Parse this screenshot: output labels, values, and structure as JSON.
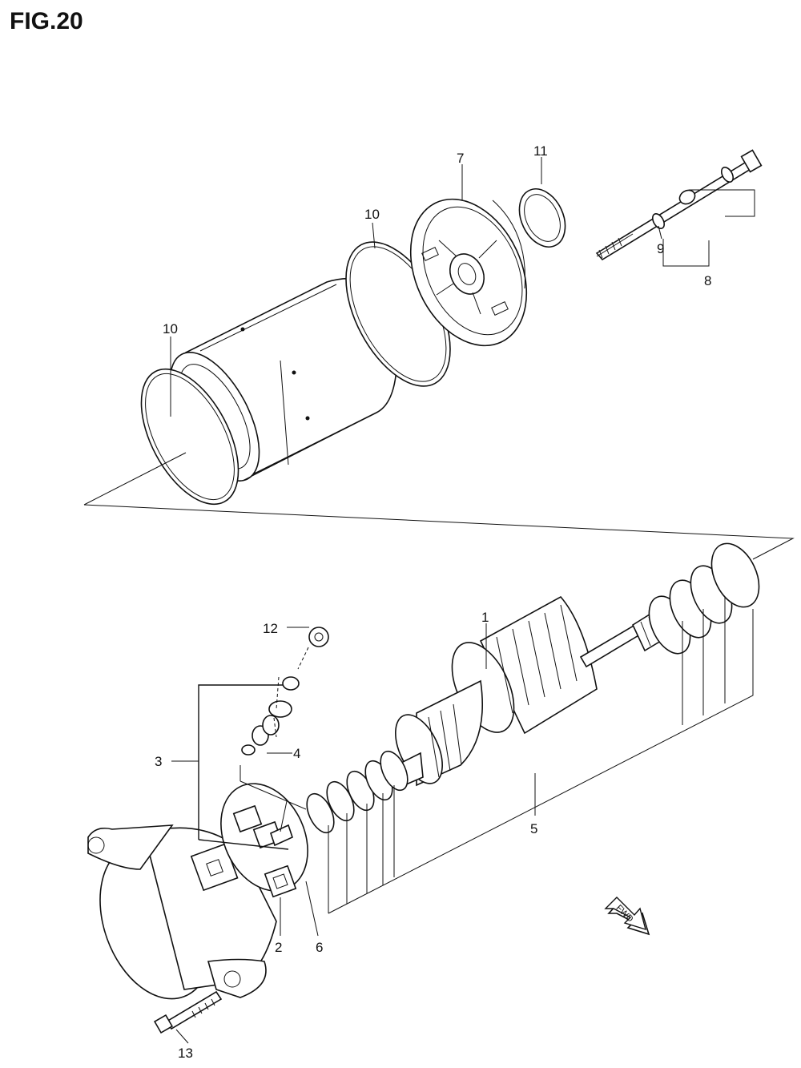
{
  "figure": {
    "title": "FIG.20"
  },
  "callouts": [
    {
      "id": "c1",
      "label": "1"
    },
    {
      "id": "c2",
      "label": "2"
    },
    {
      "id": "c3",
      "label": "3"
    },
    {
      "id": "c4",
      "label": "4"
    },
    {
      "id": "c5",
      "label": "5"
    },
    {
      "id": "c6",
      "label": "6"
    },
    {
      "id": "c7",
      "label": "7"
    },
    {
      "id": "c8",
      "label": "8"
    },
    {
      "id": "c9",
      "label": "9"
    },
    {
      "id": "c10a",
      "label": "10"
    },
    {
      "id": "c10b",
      "label": "10"
    },
    {
      "id": "c11",
      "label": "11"
    },
    {
      "id": "c12",
      "label": "12"
    },
    {
      "id": "c13",
      "label": "13"
    }
  ],
  "direction_marker": {
    "label": "FWD"
  }
}
